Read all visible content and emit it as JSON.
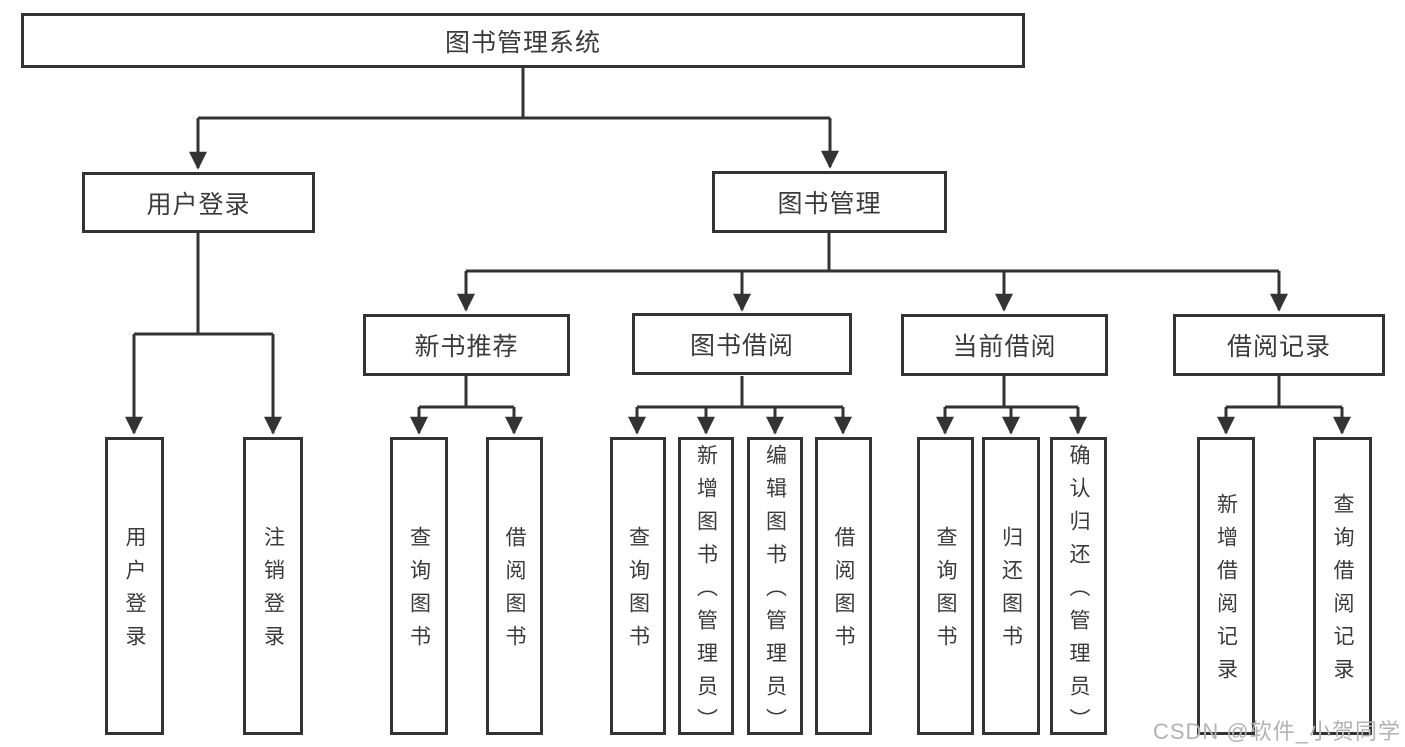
{
  "tree": {
    "root": {
      "label": "图书管理系统"
    },
    "branches": [
      {
        "label": "用户登录",
        "leaves": [
          "用户登录",
          "注销登录"
        ]
      },
      {
        "label": "图书管理",
        "groups": [
          {
            "label": "新书推荐",
            "leaves": [
              "查询图书",
              "借阅图书"
            ]
          },
          {
            "label": "图书借阅",
            "leaves": [
              "查询图书",
              "新增图书（管理员）",
              "编辑图书（管理员）",
              "借阅图书"
            ]
          },
          {
            "label": "当前借阅",
            "leaves": [
              "查询图书",
              "归还图书",
              "确认归还（管理员）"
            ]
          },
          {
            "label": "借阅记录",
            "leaves": [
              "新增借阅记录",
              "查询借阅记录"
            ]
          }
        ]
      }
    ]
  },
  "watermark": "CSDN @软件_小贺同学",
  "colors": {
    "line": "#333333",
    "box_border": "#333333",
    "box_fill": "#ffffff",
    "text": "#3b3b3b",
    "watermark": "#b3b3b3",
    "background": "#ffffff"
  }
}
